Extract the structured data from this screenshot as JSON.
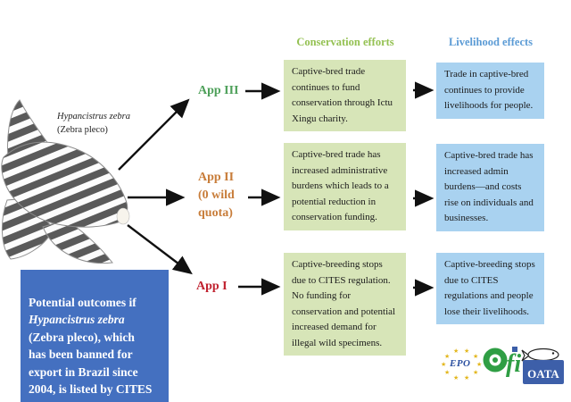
{
  "diagram": {
    "fish_label": {
      "scientific": "Hypancistrus zebra",
      "common": "(Zebra pleco)"
    },
    "intro_box": {
      "before": "Potential outcomes if\n",
      "species": "Hypancistrus zebra",
      "after": "\n(Zebra pleco), which\nhas been banned for\nexport in Brazil since\n2004, is listed by CITES"
    },
    "column_headers": {
      "conservation": "Conservation efforts",
      "livelihood": "Livelihood effects"
    },
    "appendices": [
      {
        "label": "App III",
        "conservation": "Captive-bred trade\ncontinues to fund\nconservation through Ictu\nXingu charity.",
        "livelihood": "Trade in captive-bred\ncontinues to provide\nlivelihoods for people."
      },
      {
        "label": "App II\n(0 wild\nquota)",
        "conservation": "Captive-bred trade has\nincreased administrative\nburdens which leads to a\npotential reduction in\nconservation funding.",
        "livelihood": "Captive-bred trade has\nincreased admin\nburdens—and costs\nrise on individuals and\nbusinesses."
      },
      {
        "label": "App I",
        "conservation": "Captive-breeding stops\ndue to CITES regulation.\nNo funding for\nconservation and potential\nincreased demand for\nillegal wild specimens.",
        "livelihood": "Captive-breeding stops\ndue to CITES\nregulations and people\nlose their livelihoods."
      }
    ],
    "logos": {
      "epo": "EPO",
      "ofi": "fi",
      "oata": "OATA"
    },
    "colors": {
      "conservation_box": "#d7e5b8",
      "livelihood_box": "#a9d2f0",
      "conservation_header": "#94c152",
      "livelihood_header": "#5b9bd5",
      "app3_green": "#4ea05a",
      "app2_orange": "#c87d3a",
      "app1_red": "#c0212f",
      "intro_box_blue": "#4470c0",
      "arrow_black": "#111111"
    }
  }
}
